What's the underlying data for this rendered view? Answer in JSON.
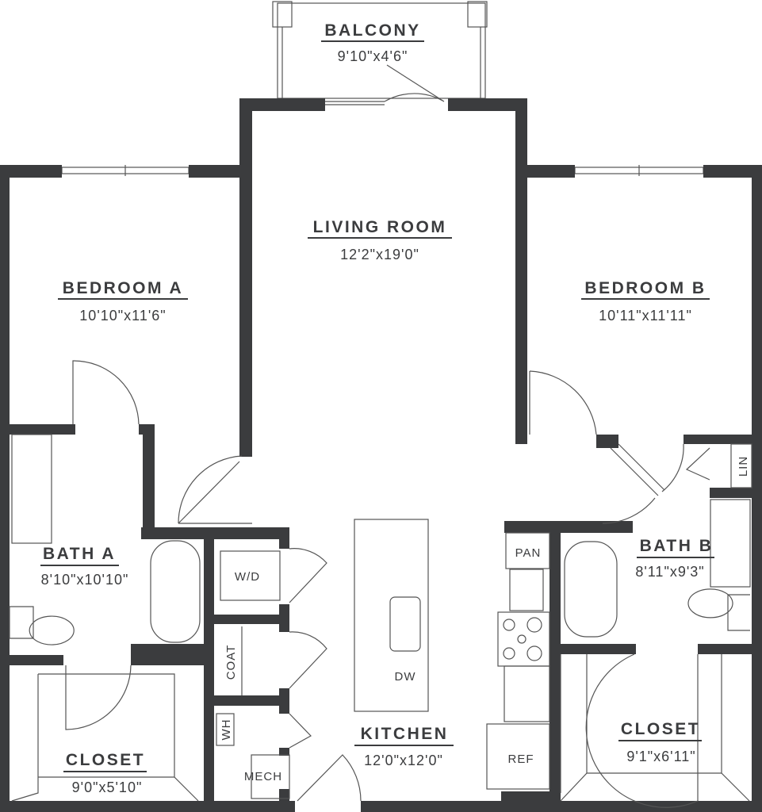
{
  "colors": {
    "wall": "#3b3c3e",
    "line": "#555555"
  },
  "rooms": {
    "balcony": {
      "name": "BALCONY",
      "size": "9'10\"x4'6\""
    },
    "living": {
      "name": "LIVING ROOM",
      "size": "12'2\"x19'0\""
    },
    "bedroom_a": {
      "name": "BEDROOM A",
      "size": "10'10\"x11'6\""
    },
    "bedroom_b": {
      "name": "BEDROOM B",
      "size": "10'11\"x11'11\""
    },
    "bath_a": {
      "name": "BATH A",
      "size": "8'10\"x10'10\""
    },
    "bath_b": {
      "name": "BATH B",
      "size": "8'11\"x9'3\""
    },
    "closet_a": {
      "name": "CLOSET",
      "size": "9'0\"x5'10\""
    },
    "closet_b": {
      "name": "CLOSET",
      "size": "9'1\"x6'11\""
    },
    "kitchen": {
      "name": "KITCHEN",
      "size": "12'0\"x12'0\""
    }
  },
  "fixtures": {
    "wd": "W/D",
    "coat": "COAT",
    "wh": "WH",
    "mech": "MECH",
    "pan": "PAN",
    "ref": "REF",
    "dw": "DW",
    "lin": "LIN"
  }
}
